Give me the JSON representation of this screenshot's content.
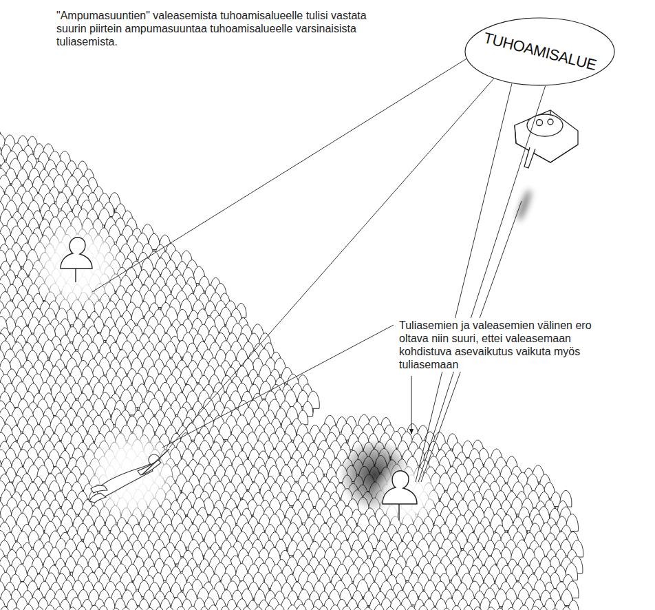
{
  "diagram": {
    "nodes": [
      {
        "text": [
          "TUHOAMISALUE"
        ]
      }
    ],
    "labels": [
      "\"Ampumasuuntien\" valeasemista tuhoamisalueelle tulisi vastata suurin piirtein ampumasuuntaa tuhoamisalueelle varsinaisista tuliasemista.",
      "Tuliasemien ja valeasemien välinen ero oltava niin suuri, ettei valeasemaan kohdistuva asevaikutus vaikuta myös tuliasemaan"
    ]
  }
}
